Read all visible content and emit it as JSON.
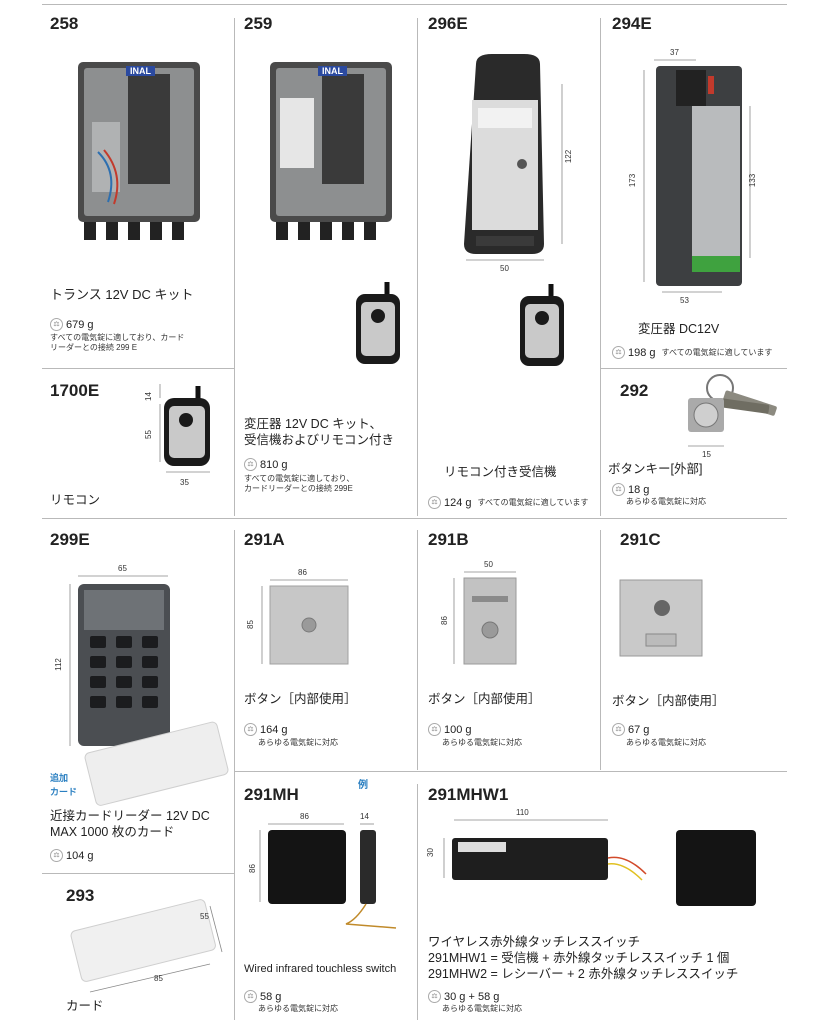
{
  "products": {
    "p258": {
      "code": "258",
      "name": "トランス 12V DC キット",
      "weight": "679 g",
      "note1": "すべての電気錠に適しており、カード",
      "note2": "リーダーとの接続 299 E",
      "brand": "INAL"
    },
    "p259": {
      "code": "259",
      "name1": "変圧器 12V DC キット、",
      "name2": "受信機およびリモコン付き",
      "weight": "810 g",
      "note1": "すべての電気錠に適しており、",
      "note2": "カードリーダーとの接続 299E",
      "brand": "INAL"
    },
    "p296E": {
      "code": "296E",
      "name": "リモコン付き受信機",
      "weight": "124 g",
      "note": "すべての電気錠に適しています",
      "dim_h": "122",
      "dim_w": "50"
    },
    "p294E": {
      "code": "294E",
      "name": "変圧器 DC12V",
      "weight": "198 g",
      "note": "すべての電気錠に適しています",
      "dim_top": "37",
      "dim_left": "173",
      "dim_right": "133",
      "dim_bottom": "53"
    },
    "p1700E": {
      "code": "1700E",
      "name": "リモコン",
      "dim_top": "14",
      "dim_left": "55",
      "dim_bottom": "35"
    },
    "p292": {
      "code": "292",
      "name": "ボタンキー[外部]",
      "weight": "18 g",
      "note": "あらゆる電気錠に対応",
      "dim": "15"
    },
    "p299E": {
      "code": "299E",
      "name1": "近接カードリーダー 12V DC",
      "name2": "MAX 1000 枚のカード",
      "weight": "104 g",
      "extra1": "追加",
      "extra2": "カード",
      "dim_w": "65",
      "dim_h": "112"
    },
    "p291A": {
      "code": "291A",
      "name": "ボタン［内部使用］",
      "weight": "164 g",
      "note": "あらゆる電気錠に対応",
      "dim_w": "86",
      "dim_h": "85"
    },
    "p291B": {
      "code": "291B",
      "name": "ボタン［内部使用］",
      "weight": "100 g",
      "note": "あらゆる電気錠に対応",
      "dim_w": "50",
      "dim_h": "86"
    },
    "p291C": {
      "code": "291C",
      "name": "ボタン［内部使用］",
      "weight": "67 g",
      "note": "あらゆる電気錠に対応"
    },
    "p291MH": {
      "code": "291MH",
      "example": "例",
      "name": "Wired infrared touchless switch",
      "weight": "58 g",
      "note": "あらゆる電気錠に対応",
      "dim_w": "86",
      "dim_h": "86",
      "dim_side": "14"
    },
    "p291MHW1": {
      "code": "291MHW1",
      "name1": "ワイヤレス赤外線タッチレススイッチ",
      "name2": "291MHW1 = 受信機 + 赤外線タッチレススイッチ 1 個",
      "name3": "291MHW2 = レシーバー + 2 赤外線タッチレススイッチ",
      "weight": "30 g + 58 g",
      "note": "あらゆる電気錠に対応",
      "dim_w": "110",
      "dim_h": "30"
    },
    "p293": {
      "code": "293",
      "name": "カード",
      "dim_a": "55",
      "dim_b": "85"
    }
  },
  "colors": {
    "accent_blue": "#2a7fc1",
    "divider": "#b9b9b9"
  }
}
